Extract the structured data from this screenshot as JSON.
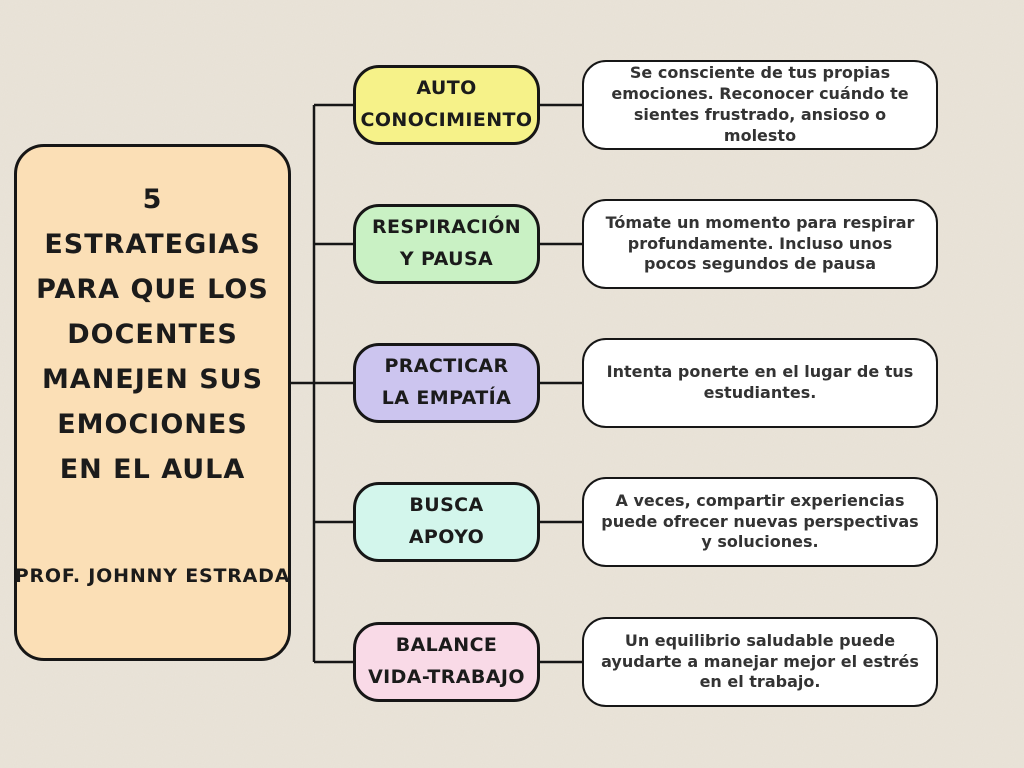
{
  "page": {
    "background": "#EAE4D9",
    "line_color": "#161616",
    "card_color": "#FFFFFF"
  },
  "main_topic": {
    "title_lines": [
      "5",
      "ESTRATEGIAS",
      "PARA QUE LOS",
      "DOCENTES",
      "MANEJEN SUS",
      "EMOCIONES",
      "EN EL AULA"
    ],
    "author": "PROF. JOHNNY ESTRADA",
    "color": "#FBDFB6"
  },
  "strategies": [
    {
      "label_lines": [
        "AUTO",
        "CONOCIMIENTO"
      ],
      "color": "#F6F289",
      "description": "Se consciente de tus propias emociones. Reconocer cuándo te sientes frustrado, ansioso o molesto"
    },
    {
      "label_lines": [
        "RESPIRACIÓN",
        "Y PAUSA"
      ],
      "color": "#C9F1C4",
      "description": "Tómate un momento para respirar profundamente. Incluso unos pocos segundos de pausa"
    },
    {
      "label_lines": [
        "PRACTICAR",
        "LA EMPATÍA"
      ],
      "color": "#CCC5EF",
      "description": "Intenta ponerte en el lugar de tus estudiantes."
    },
    {
      "label_lines": [
        "BUSCA",
        "APOYO"
      ],
      "color": "#D3F6EC",
      "description": "A veces, compartir experiencias puede ofrecer nuevas perspectivas y soluciones."
    },
    {
      "label_lines": [
        "BALANCE",
        "VIDA-TRABAJO"
      ],
      "color": "#F9DAE7",
      "description": "Un equilibrio saludable puede ayudarte a manejar mejor el estrés en el trabajo."
    }
  ]
}
